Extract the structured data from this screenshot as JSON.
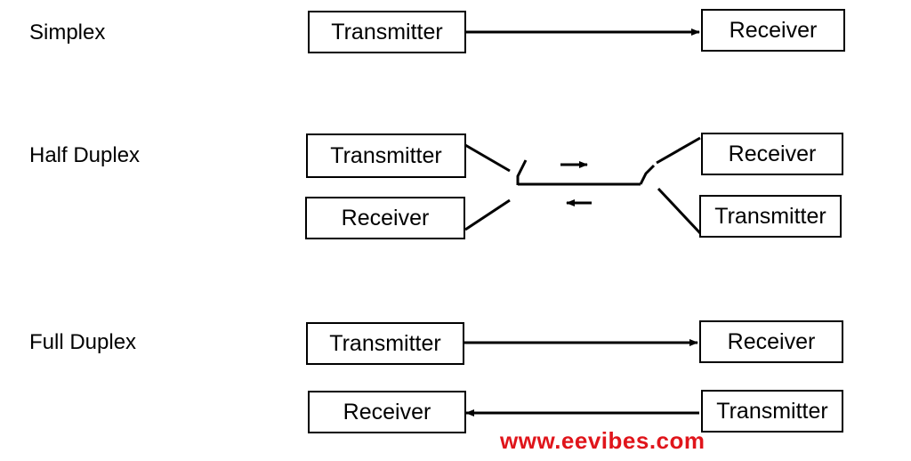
{
  "modes": {
    "simplex": {
      "label": "Simplex",
      "left_box": "Transmitter",
      "right_box": "Receiver"
    },
    "half_duplex": {
      "label": "Half Duplex",
      "left_top_box": "Transmitter",
      "left_bottom_box": "Receiver",
      "right_top_box": "Receiver",
      "right_bottom_box": "Transmitter"
    },
    "full_duplex": {
      "label": "Full Duplex",
      "top_left_box": "Transmitter",
      "top_right_box": "Receiver",
      "bottom_left_box": "Receiver",
      "bottom_right_box": "Transmitter"
    }
  },
  "watermark": {
    "text": "www.eevibes.com",
    "color": "#e0151b"
  }
}
